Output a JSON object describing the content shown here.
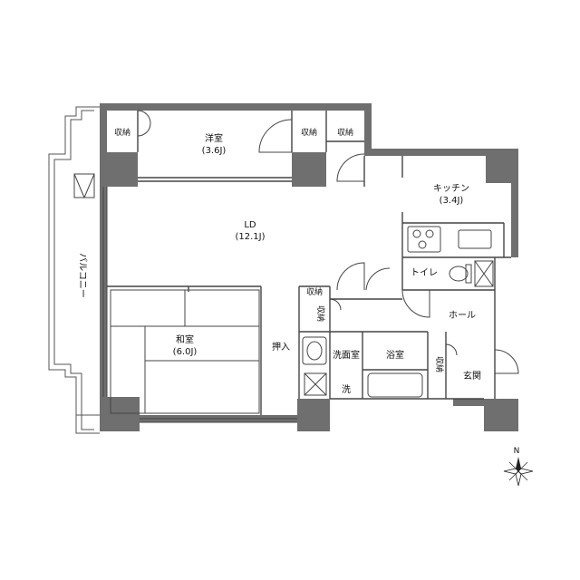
{
  "rooms": {
    "western_room": {
      "name": "洋室",
      "size": "(3.6J)"
    },
    "ld": {
      "name": "LD",
      "size": "(12.1J)"
    },
    "kitchen": {
      "name": "キッチン",
      "size": "(3.4J)"
    },
    "japanese_room": {
      "name": "和室",
      "size": "(6.0J)"
    },
    "toilet": "トイレ",
    "hall": "ホール",
    "washroom": "洗面室",
    "bathroom": "浴室",
    "entrance": "玄関",
    "oshiire": "押入",
    "washer": "洗",
    "balcony": "バルコニー"
  },
  "storage": {
    "a": "収納",
    "b": "収納",
    "c": "収納",
    "d": "収納",
    "e": "収納",
    "f": "収納"
  },
  "compass": {
    "north_label": "N"
  },
  "colors": {
    "wall": "#6f6f6f",
    "line": "#444444",
    "background": "#ffffff"
  }
}
